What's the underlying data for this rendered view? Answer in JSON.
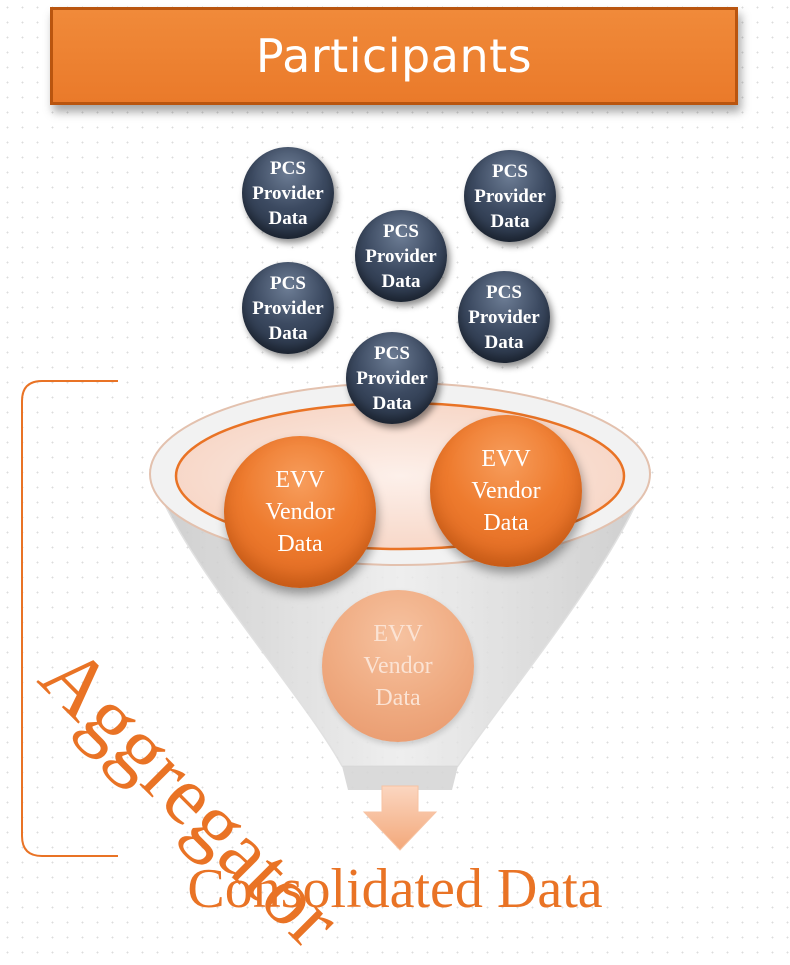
{
  "header": {
    "title": "Participants"
  },
  "provider_bubbles": [
    {
      "line1": "PCS",
      "line2": "Provider",
      "line3": "Data"
    },
    {
      "line1": "PCS",
      "line2": "Provider",
      "line3": "Data"
    },
    {
      "line1": "PCS",
      "line2": "Provider",
      "line3": "Data"
    },
    {
      "line1": "PCS",
      "line2": "Provider",
      "line3": "Data"
    },
    {
      "line1": "PCS",
      "line2": "Provider",
      "line3": "Data"
    },
    {
      "line1": "PCS",
      "line2": "Provider",
      "line3": "Data"
    }
  ],
  "vendor_bubbles": [
    {
      "line1": "EVV",
      "line2": "Vendor",
      "line3": "Data"
    },
    {
      "line1": "EVV",
      "line2": "Vendor",
      "line3": "Data"
    },
    {
      "line1": "EVV",
      "line2": "Vendor",
      "line3": "Data"
    }
  ],
  "aggregator_label": "Aggregator",
  "output_label": "Consolidated Data",
  "colors": {
    "accent_orange": "#e97325",
    "header_border": "#b9550f",
    "bubble_navy": "#3c4a61",
    "funnel_grey": "#d3d3d3"
  }
}
